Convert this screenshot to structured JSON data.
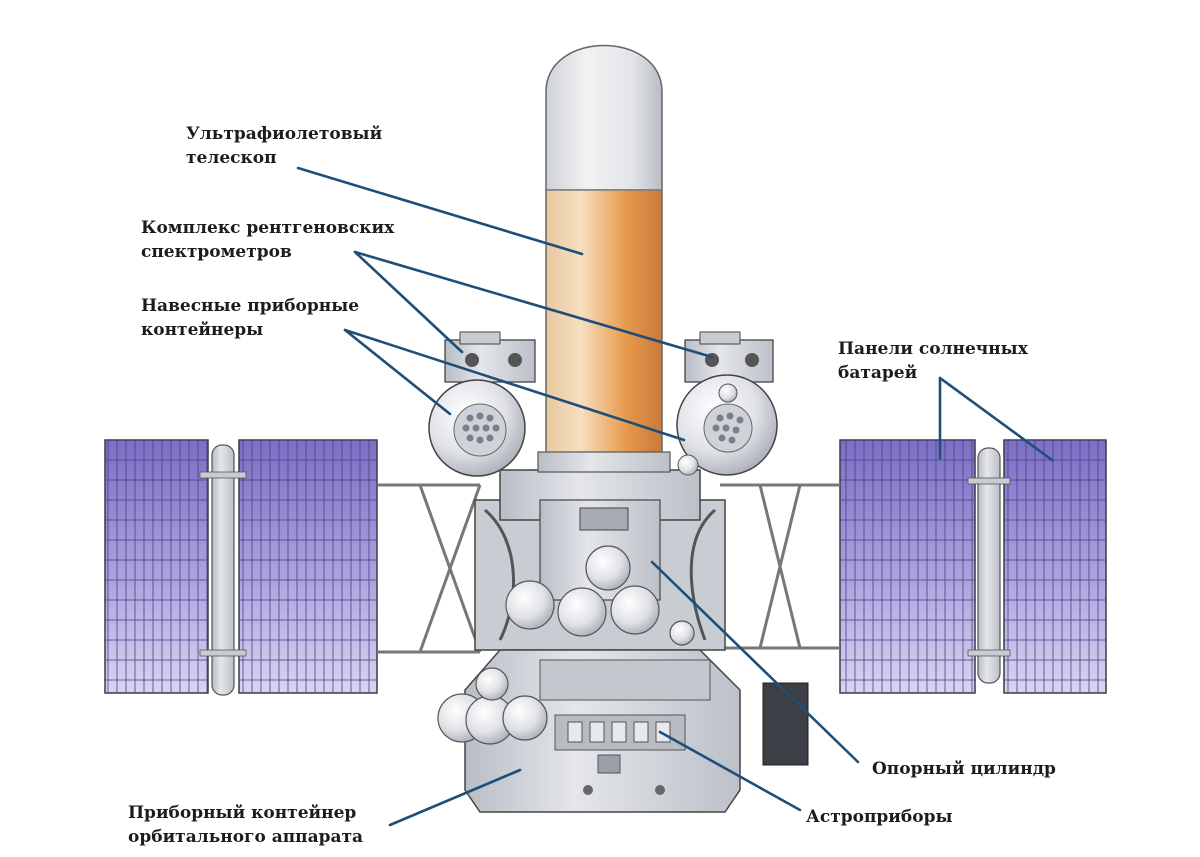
{
  "labels": {
    "uv_telescope": {
      "line1": "Ультрафиолетовый",
      "line2": "телескоп"
    },
    "xray_spectrometers": {
      "line1": "Комплекс рентгеновских",
      "line2": "спектрометров"
    },
    "mounted_containers": {
      "line1": "Навесные приборные",
      "line2": "контейнеры"
    },
    "solar_panels": {
      "line1": "Панели солнечных",
      "line2": "батарей"
    },
    "support_cylinder": "Опорный цилиндр",
    "astro_instruments": "Астроприборы",
    "orbital_container": {
      "line1": "Приборный контейнер",
      "line2": "орбитального аппарата"
    }
  },
  "colors": {
    "leader_line": "#1f4e79",
    "solar_panel": "#8c7fcc",
    "panel_grid": "#4a3f88",
    "telescope_orange": "#e79a48",
    "body_gray": "#d6d9df"
  }
}
